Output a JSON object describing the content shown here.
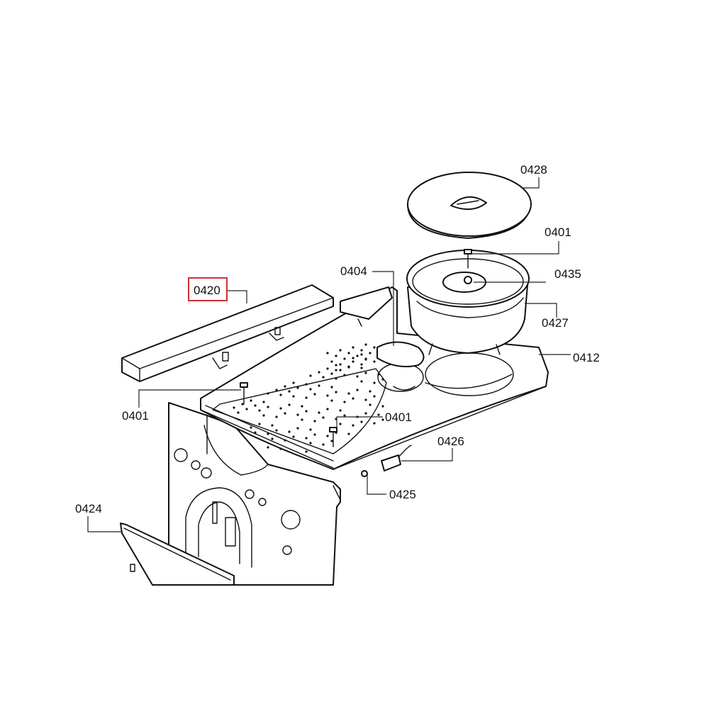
{
  "highlight_color": "#d32f2f",
  "callouts": {
    "c0428": "0428",
    "c0401_top": "0401",
    "c0435": "0435",
    "c0427": "0427",
    "c0404": "0404",
    "c0412": "0412",
    "c0420": "0420",
    "c0401_left": "0401",
    "c0401_mid": "0401",
    "c0426": "0426",
    "c0425": "0425",
    "c0424": "0424"
  },
  "highlighted_callout": "0420"
}
